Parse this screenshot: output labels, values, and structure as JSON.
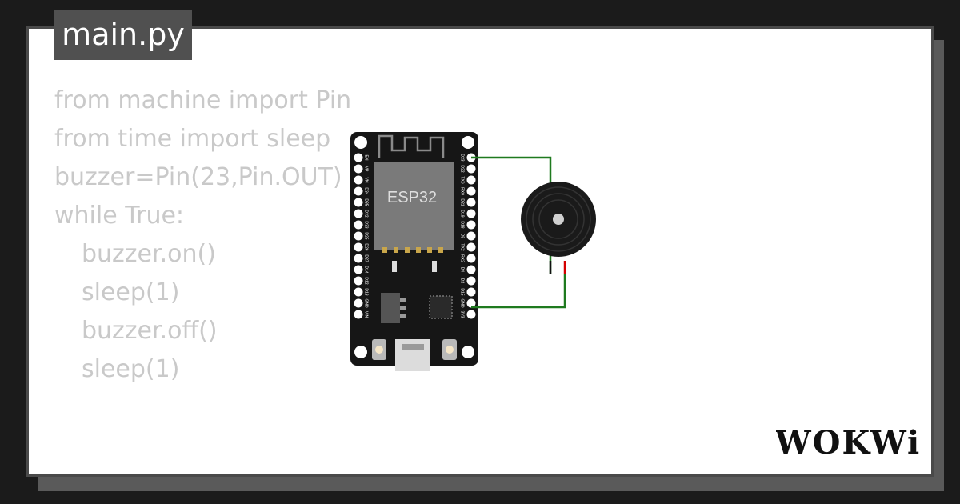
{
  "file": {
    "name": "main.py"
  },
  "code": {
    "lines": [
      "from machine import Pin",
      "from time import sleep",
      "buzzer=Pin(23,Pin.OUT)",
      "while True:",
      "buzzer.on()",
      "sleep(1)",
      "buzzer.off()",
      "sleep(1)"
    ]
  },
  "board": {
    "chip_label": "ESP32",
    "left_pins": [
      "EN",
      "VP",
      "VN",
      "D34",
      "D35",
      "D32",
      "D33",
      "D25",
      "D26",
      "D27",
      "D14",
      "D12",
      "D13",
      "GND",
      "VIN"
    ],
    "right_pins": [
      "D23",
      "D22",
      "TX0",
      "RX0",
      "D21",
      "D19",
      "D18",
      "D5",
      "TX2",
      "RX2",
      "D4",
      "D2",
      "D15",
      "GND",
      "3V3"
    ]
  },
  "brand": {
    "logo_text": "WOKWi"
  },
  "colors": {
    "background": "#1b1b1b",
    "card": "#ffffff",
    "tab": "#505050",
    "code_text": "#c9c9c9",
    "board": "#161616",
    "chip": "#7a7a7a",
    "wire": "#1f7a1f",
    "wire_red": "#d40000"
  },
  "icons": [
    "esp32-board-icon",
    "buzzer-icon",
    "wokwi-logo"
  ]
}
